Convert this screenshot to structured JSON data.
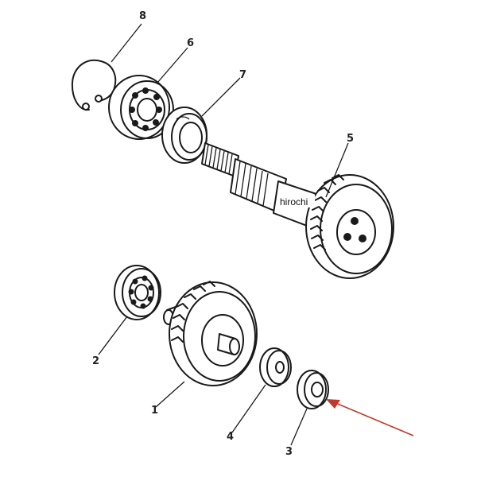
{
  "diagram": {
    "watermark": "hirochi",
    "callouts": [
      {
        "id": "8",
        "label": "8"
      },
      {
        "id": "6",
        "label": "6"
      },
      {
        "id": "7",
        "label": "7"
      },
      {
        "id": "5",
        "label": "5"
      },
      {
        "id": "2",
        "label": "2"
      },
      {
        "id": "1",
        "label": "1"
      },
      {
        "id": "4",
        "label": "4"
      },
      {
        "id": "3",
        "label": "3"
      }
    ],
    "colors": {
      "ink": "#1a1a1a",
      "background": "#ffffff",
      "arrow": "#c0392b"
    },
    "highlighted_part": "3"
  }
}
